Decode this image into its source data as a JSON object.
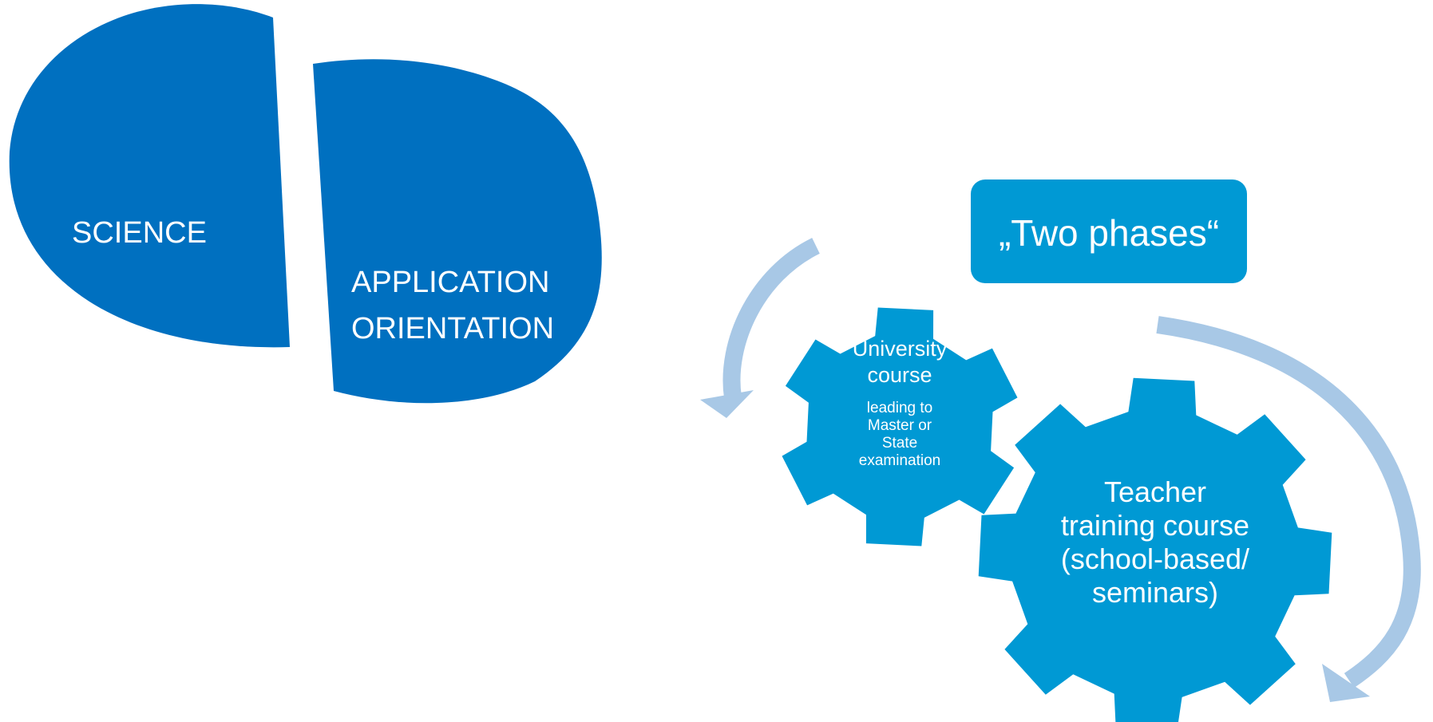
{
  "colors": {
    "dark_blue": "#0070C0",
    "gear_blue": "#0099D4",
    "arrow_blue": "#A8C8E6",
    "text": "#FFFFFF"
  },
  "left_graphic": {
    "science_label": "SCIENCE",
    "application_label_line1": "APPLICATION",
    "application_label_line2": "ORIENTATION"
  },
  "right_graphic": {
    "banner_label": "„Two phases“",
    "small_gear": {
      "title_line1": "University",
      "title_line2": "course",
      "detail_line1": "leading to",
      "detail_line2": "Master or",
      "detail_line3": "State",
      "detail_line4": "examination"
    },
    "large_gear": {
      "line1": "Teacher",
      "line2": "training course",
      "line3": "(school-based/",
      "line4": "seminars)"
    },
    "icons": [
      "curved-arrow-icon",
      "gear-icon"
    ]
  }
}
